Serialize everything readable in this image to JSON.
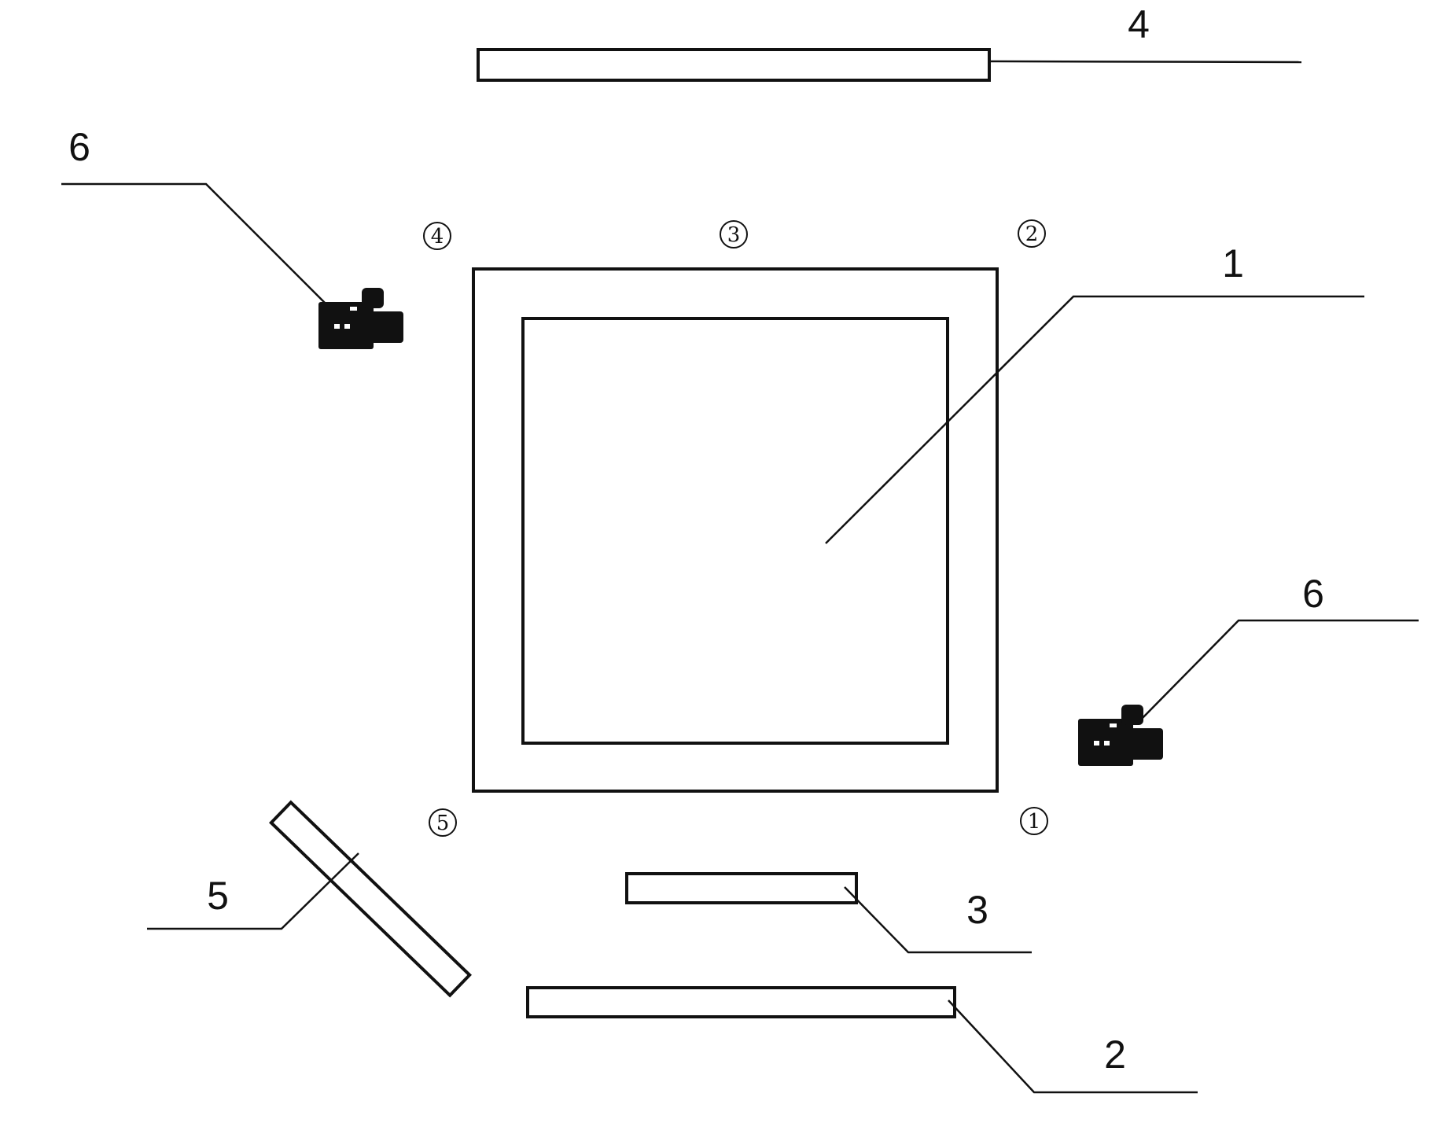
{
  "callouts": {
    "c1": "1",
    "c2": "2",
    "c3": "3",
    "c4": "4",
    "c5": "5",
    "c6_top": "6",
    "c6_right": "6"
  },
  "positions": {
    "p1": "1",
    "p2": "2",
    "p3": "3",
    "p4": "4",
    "p5": "5"
  },
  "icons": {
    "camera": "video-camera-icon"
  },
  "colors": {
    "line": "#111111",
    "background": "#ffffff"
  }
}
